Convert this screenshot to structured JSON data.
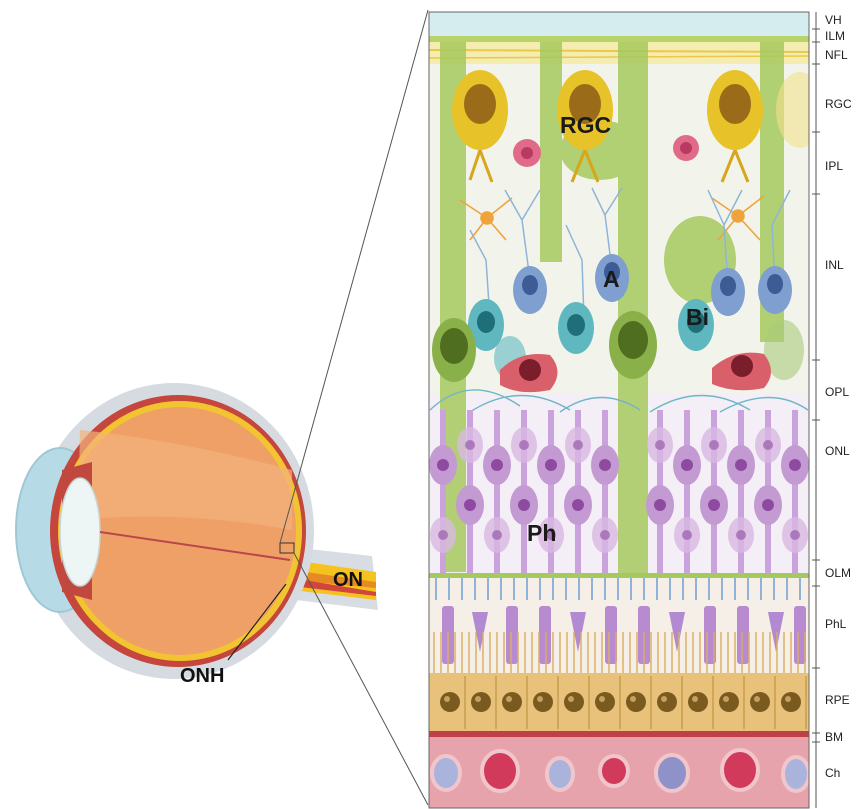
{
  "layers": [
    {
      "abbr": "VH"
    },
    {
      "abbr": "ILM"
    },
    {
      "abbr": "NFL"
    },
    {
      "abbr": "RGC"
    },
    {
      "abbr": "IPL"
    },
    {
      "abbr": "INL"
    },
    {
      "abbr": "OPL"
    },
    {
      "abbr": "ONL"
    },
    {
      "abbr": "OLM"
    },
    {
      "abbr": "PhL"
    },
    {
      "abbr": "RPE"
    },
    {
      "abbr": "BM"
    },
    {
      "abbr": "Ch"
    }
  ],
  "cell_labels": {
    "rgc": "RGC",
    "amacrine": "A",
    "bipolar": "Bi",
    "photoreceptor": "Ph"
  },
  "eye_labels": {
    "optic_nerve": "ON",
    "optic_nerve_head": "ONH"
  },
  "colors": {
    "vitreous": "#d5edef",
    "muller_glia": "#9fc45a",
    "ganglion": "#e6c02a",
    "amacrine": "#7f9fd0",
    "bipolar": "#5fb8bf",
    "horizontal": "#d9606a",
    "photoreceptor": "#c49ad2",
    "rpe": "#c8963e",
    "bruch": "#c04048",
    "choroid": "#e8a0a8",
    "sclera": "#d9dde2",
    "lens": "#eef6f6",
    "globe_interior": "#e89a5a",
    "optic_nerve": "#f5c020"
  }
}
